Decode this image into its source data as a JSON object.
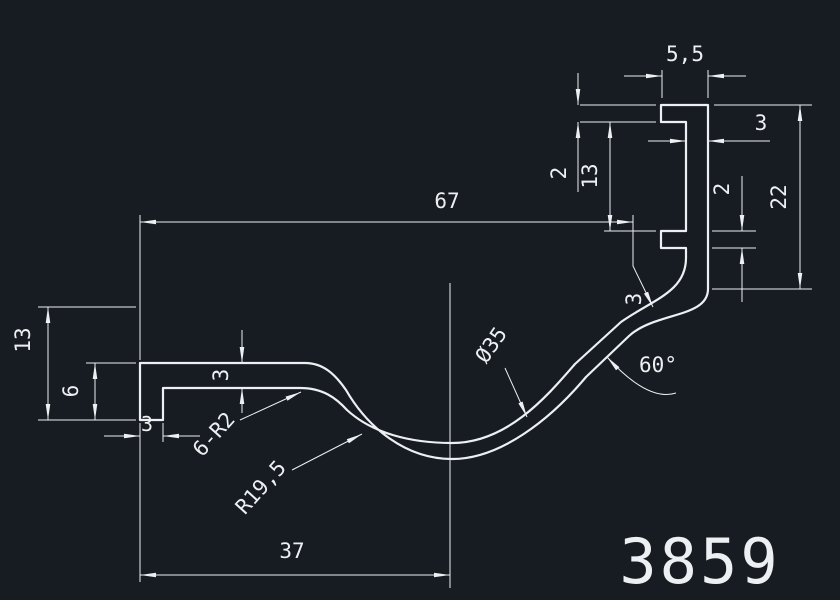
{
  "colors": {
    "background": "#171c22",
    "line": "#edf0f2"
  },
  "part_number": "3859",
  "dims": {
    "width_overall": "67",
    "width_flange": "37",
    "height_left": "13",
    "lip_left": "6",
    "lip_thickness": "3",
    "flange_thickness": "3",
    "fillet_note": "6-R2",
    "radius": "R19,5",
    "diameter": "Ø35",
    "angle": "60°",
    "slope_thickness": "3",
    "hook_width": "5,5",
    "wall_thickness": "3",
    "hook_top": "2",
    "hook_gap": "13",
    "hook_bottom": "2",
    "height_right": "22"
  }
}
